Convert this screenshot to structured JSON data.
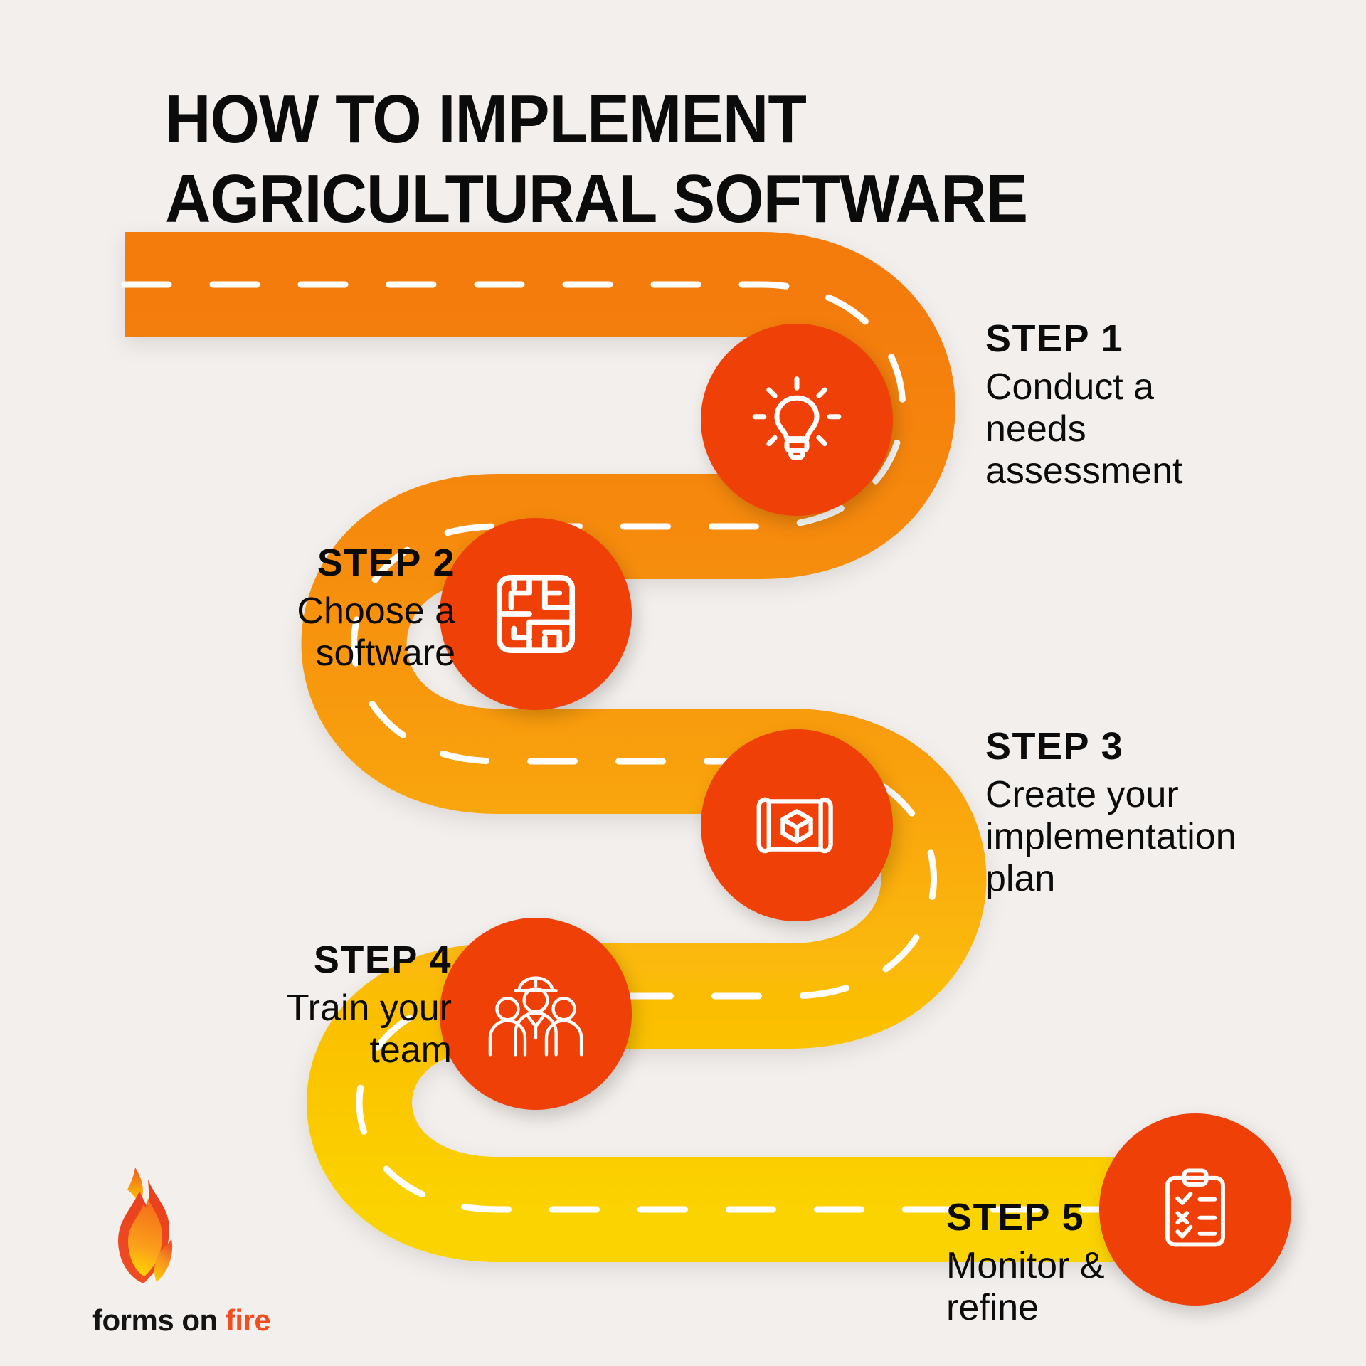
{
  "page": {
    "background_color": "#F3EFEC",
    "title": "HOW TO IMPLEMENT\nAGRICULTURAL SOFTWARE"
  },
  "palette": {
    "road_start": "#F47B10",
    "road_mid": "#F9A00B",
    "road_end": "#FBD000",
    "circle_fill": "#EE4007",
    "dash": "#FFFFFF",
    "text": "#0B0B0B",
    "logo_fire": "#F04E23"
  },
  "steps": [
    {
      "label": "STEP 1",
      "description": "Conduct a\nneeds\nassessment",
      "icon": "lightbulb-icon",
      "align": "left"
    },
    {
      "label": "STEP 2",
      "description": "Choose a\nsoftware",
      "icon": "maze-icon",
      "align": "right"
    },
    {
      "label": "STEP 3",
      "description": "Create your\nimplementation\nplan",
      "icon": "blueprint-icon",
      "align": "left"
    },
    {
      "label": "STEP 4",
      "description": "Train your\nteam",
      "icon": "team-icon",
      "align": "right"
    },
    {
      "label": "STEP 5",
      "description": "Monitor &\nrefine",
      "icon": "checklist-clipboard-icon",
      "align": "left"
    }
  ],
  "logo": {
    "icon": "flame-icon",
    "word_primary": "forms on ",
    "word_accent": "fire"
  }
}
